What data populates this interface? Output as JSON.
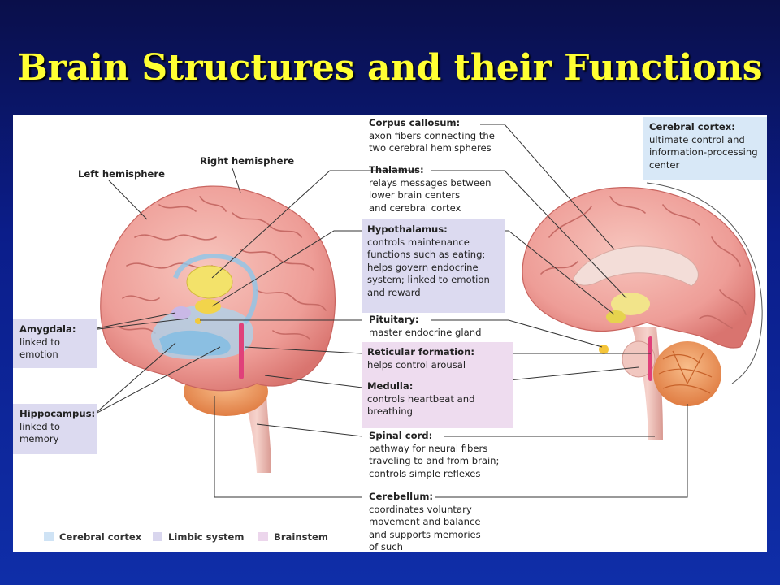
{
  "title": "Brain Structures and their Functions",
  "labels": {
    "left_hemisphere": "Left hemisphere",
    "right_hemisphere": "Right hemisphere"
  },
  "structures": [
    {
      "id": "corpus",
      "name": "Corpus callosum:",
      "lines": [
        "axon fibers connecting the",
        "two cerebral hemispheres"
      ]
    },
    {
      "id": "thalamus",
      "name": "Thalamus:",
      "lines": [
        "relays messages between",
        "lower brain centers",
        "and cerebral cortex"
      ]
    },
    {
      "id": "hypothalamus",
      "name": "Hypothalamus:",
      "lines": [
        "controls maintenance",
        "functions such as eating;",
        "helps govern endocrine",
        "system; linked to emotion",
        "and reward"
      ]
    },
    {
      "id": "pituitary",
      "name": "Pituitary:",
      "lines": [
        "master endocrine gland"
      ]
    },
    {
      "id": "reticular",
      "name": "Reticular formation:",
      "lines": [
        "helps control arousal"
      ]
    },
    {
      "id": "medulla",
      "name": "Medulla:",
      "lines": [
        "controls heartbeat and",
        "breathing"
      ]
    },
    {
      "id": "spinal",
      "name": "Spinal cord:",
      "lines": [
        "pathway for neural fibers",
        "traveling to and from brain;",
        "controls simple reflexes"
      ]
    },
    {
      "id": "cerebellum",
      "name": "Cerebellum:",
      "lines": [
        "coordinates voluntary",
        "movement and balance",
        "and supports memories",
        "of such"
      ]
    },
    {
      "id": "cortex",
      "name": "Cerebral cortex:",
      "lines": [
        "ultimate control and",
        "information-processing",
        "center"
      ]
    },
    {
      "id": "amygdala",
      "name": "Amygdala:",
      "lines": [
        "linked to",
        "emotion"
      ]
    },
    {
      "id": "hippocampus",
      "name": "Hippocampus:",
      "lines": [
        "linked to",
        "memory"
      ]
    }
  ],
  "legend": [
    {
      "label": "Cerebral cortex",
      "color": "#cfe3f5"
    },
    {
      "label": "Limbic system",
      "color": "#d9d6ee"
    },
    {
      "label": "Brainstem",
      "color": "#ecd6ec"
    }
  ],
  "colors": {
    "title": "#ffff33",
    "background": "#0b1d8a",
    "brain": "#f0a7a0",
    "cerebellum": "#f3a46e"
  }
}
